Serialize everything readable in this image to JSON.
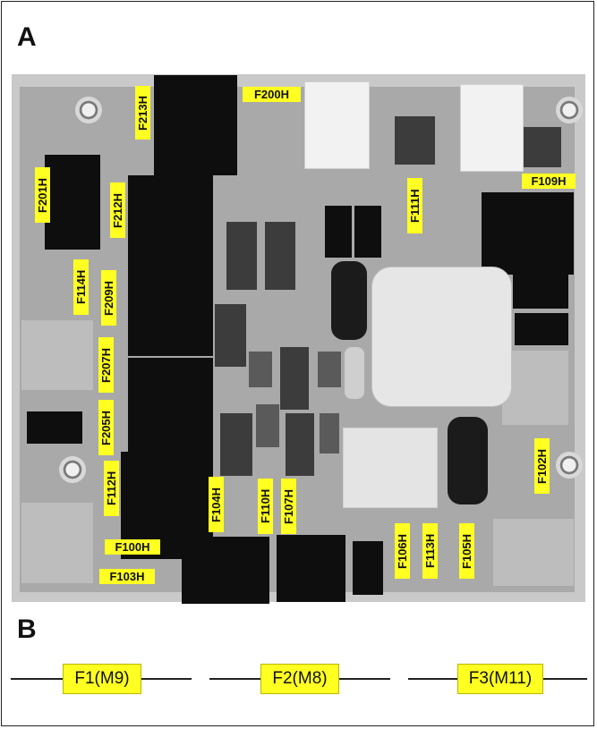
{
  "panels": {
    "a": "A",
    "b": "B"
  },
  "colors": {
    "label_fill": "#ffff22",
    "board": "#a9a9a9",
    "component_black": "#0e0e0e"
  },
  "board_labels": [
    {
      "id": "f213h",
      "text": "F213H"
    },
    {
      "id": "f200h",
      "text": "F200H"
    },
    {
      "id": "f109h",
      "text": "F109H"
    },
    {
      "id": "f111h",
      "text": "F111H"
    },
    {
      "id": "f201h",
      "text": "F201H"
    },
    {
      "id": "f212h",
      "text": "F212H"
    },
    {
      "id": "f114h",
      "text": "F114H"
    },
    {
      "id": "f209h",
      "text": "F209H"
    },
    {
      "id": "f207h",
      "text": "F207H"
    },
    {
      "id": "f205h",
      "text": "F205H"
    },
    {
      "id": "f112h",
      "text": "F112H"
    },
    {
      "id": "f104h",
      "text": "F104H"
    },
    {
      "id": "f110h",
      "text": "F110H"
    },
    {
      "id": "f107h",
      "text": "F107H"
    },
    {
      "id": "f100h",
      "text": "F100H"
    },
    {
      "id": "f103h",
      "text": "F103H"
    },
    {
      "id": "f106h",
      "text": "F106H"
    },
    {
      "id": "f113h",
      "text": "F113H"
    },
    {
      "id": "f105h",
      "text": "F105H"
    },
    {
      "id": "f102h",
      "text": "F102H"
    }
  ],
  "fuses": [
    {
      "id": "f1",
      "text": "F1(M9)"
    },
    {
      "id": "f2",
      "text": "F2(M8)"
    },
    {
      "id": "f3",
      "text": "F3(M11)"
    }
  ]
}
